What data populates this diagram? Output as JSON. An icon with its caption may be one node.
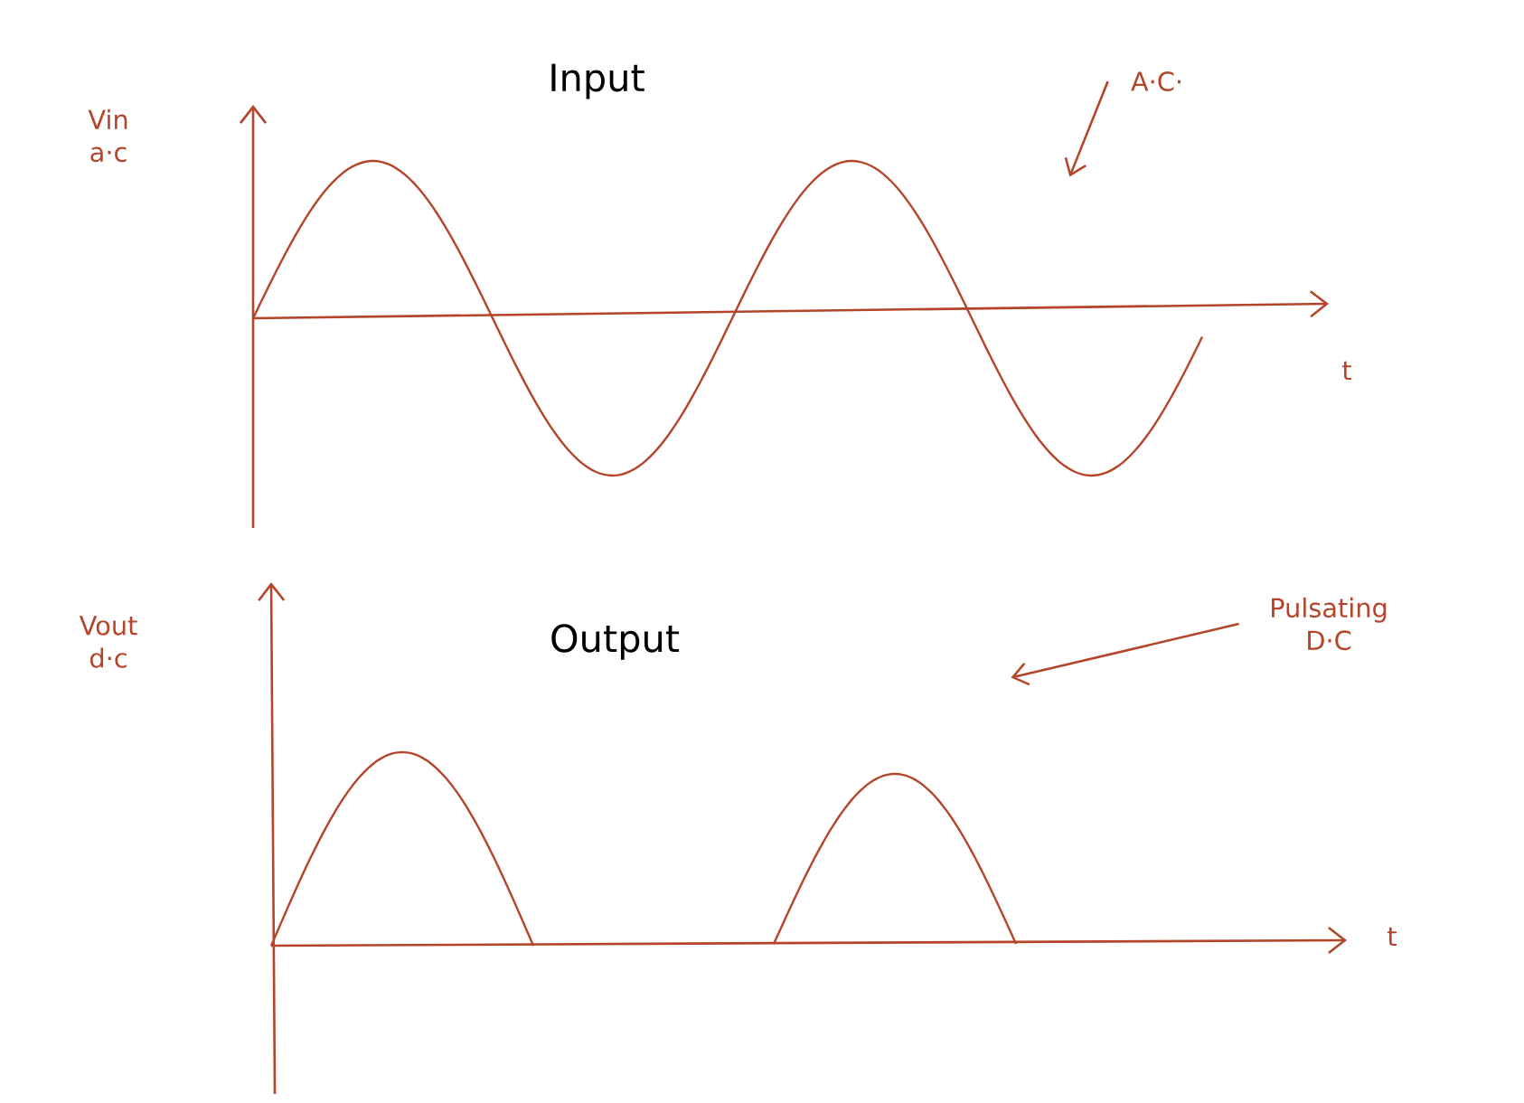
{
  "diagram": {
    "nodes": [
      {
        "text": [
          "A·C·"
        ]
      },
      {
        "text": [],
        "shape": "picture"
      },
      {
        "text": [
          "Pulsating D·C"
        ]
      },
      {
        "text": [],
        "shape": "picture"
      }
    ],
    "edges": [
      {
        "from": 0,
        "to": 1,
        "arrow": "to"
      },
      {
        "from": 2,
        "to": 3,
        "arrow": "to"
      }
    ],
    "labels": [
      "Vin a·c",
      "Input",
      "t",
      "Vout d·c",
      "Output",
      "t"
    ]
  }
}
